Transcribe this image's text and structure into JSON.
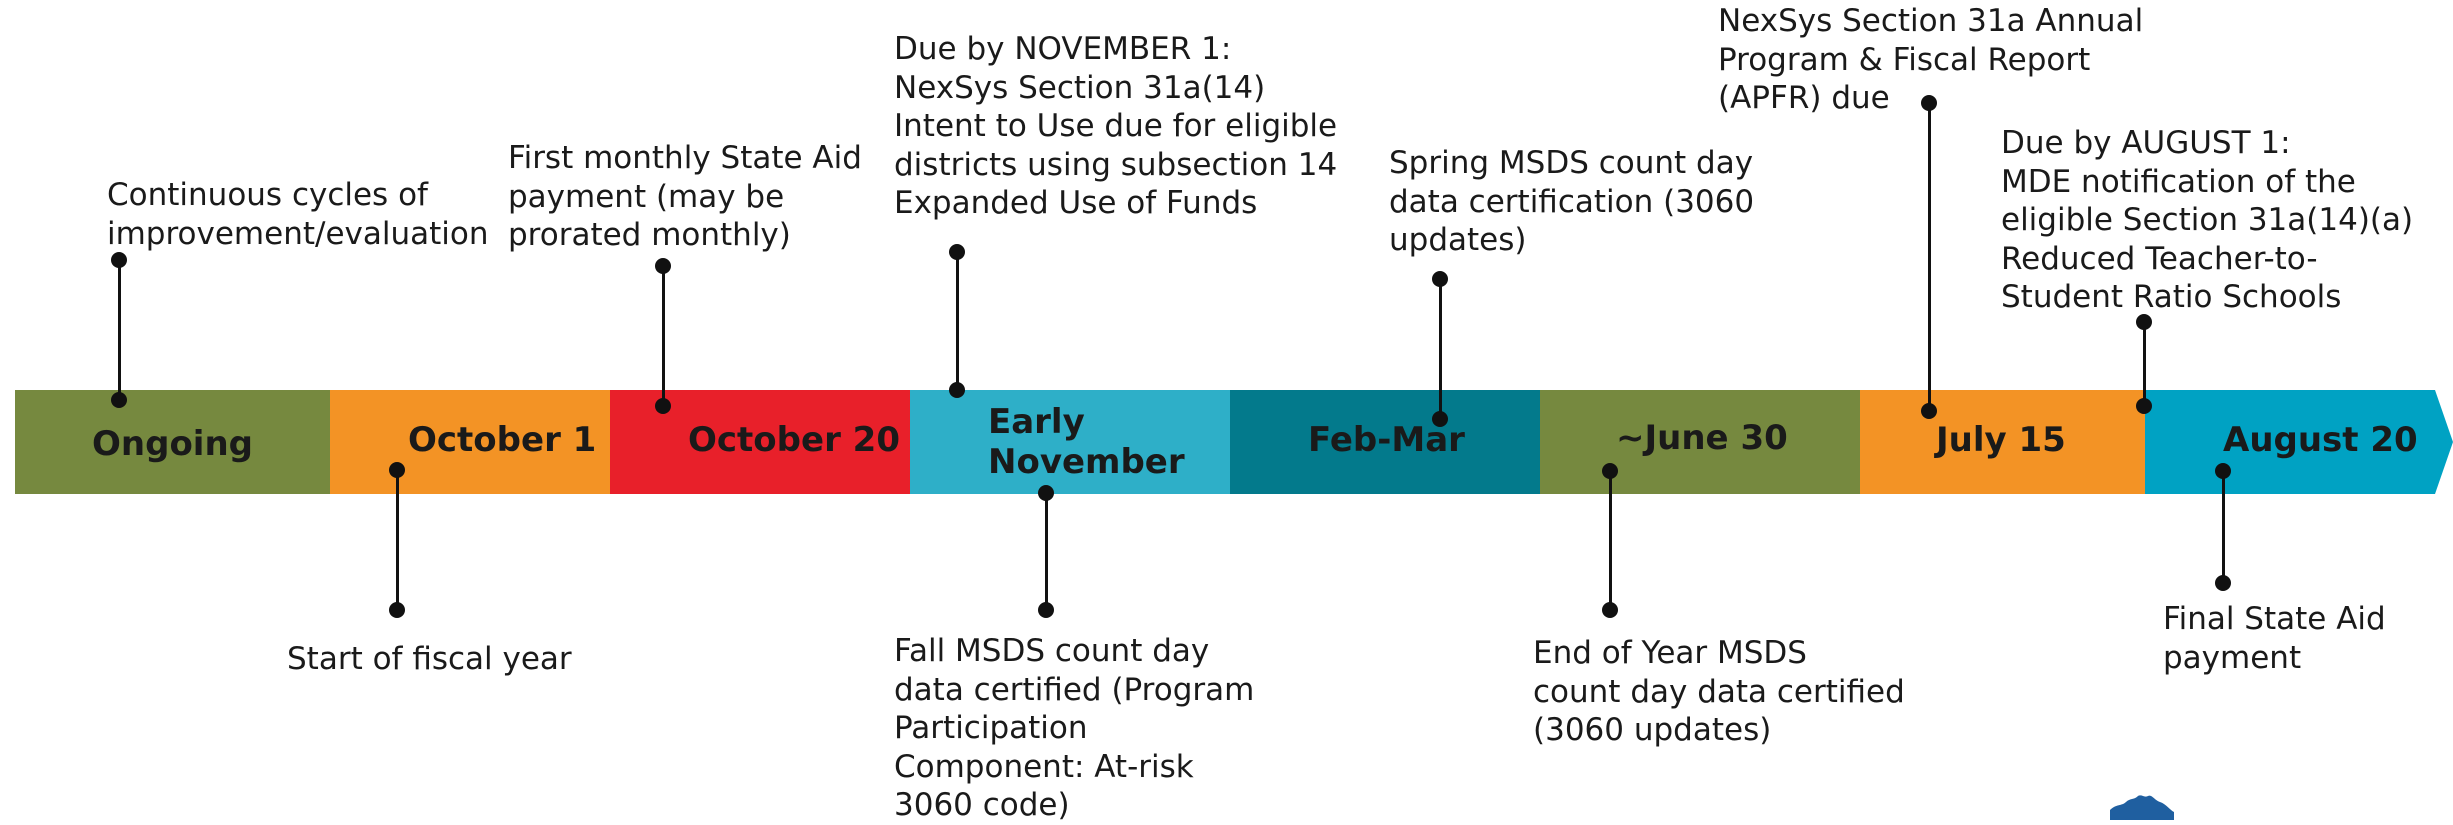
{
  "segments": [
    {
      "label": "Ongoing",
      "color": "#76893f"
    },
    {
      "label": "October 1",
      "color": "#f39325"
    },
    {
      "label": "October 20",
      "color": "#e8202a"
    },
    {
      "label": "Early November",
      "color": "#2eafc8"
    },
    {
      "label": "Feb-Mar",
      "color": "#037a8c"
    },
    {
      "label": "~June 30",
      "color": "#76893f"
    },
    {
      "label": "July 15",
      "color": "#f39325"
    },
    {
      "label": "August 20",
      "color": "#00a2c3"
    }
  ],
  "early_november": {
    "line1": "Early",
    "line2": "November"
  },
  "notes_above": {
    "ongoing": "Continuous cycles of\nimprovement/evaluation",
    "october20": "First monthly State Aid\npayment (may be\nprorated monthly)",
    "early_november": "Due by NOVEMBER 1:\nNexSys Section 31a(14)\nIntent to Use due for eligible\ndistricts using subsection 14\nExpanded Use of Funds",
    "feb_mar": "Spring MSDS count day\ndata certification (3060\nupdates)",
    "july15": "NexSys Section 31a Annual\nProgram & Fiscal Report\n(APFR) due",
    "august1": "Due by AUGUST 1:\nMDE notification of the\neligible Section 31a(14)(a)\nReduced Teacher-to-\nStudent Ratio Schools"
  },
  "notes_below": {
    "october1": "Start of fiscal year",
    "early_november": "Fall MSDS count day\ndata certified (Program\nParticipation\nComponent: At-risk\n3060 code)",
    "june30": "End of Year MSDS\ncount day data certified\n(3060 updates)",
    "august20": "Final State Aid\npayment"
  },
  "logo": {
    "name": "michigan-map-icon",
    "color": "#1f5fa0"
  }
}
